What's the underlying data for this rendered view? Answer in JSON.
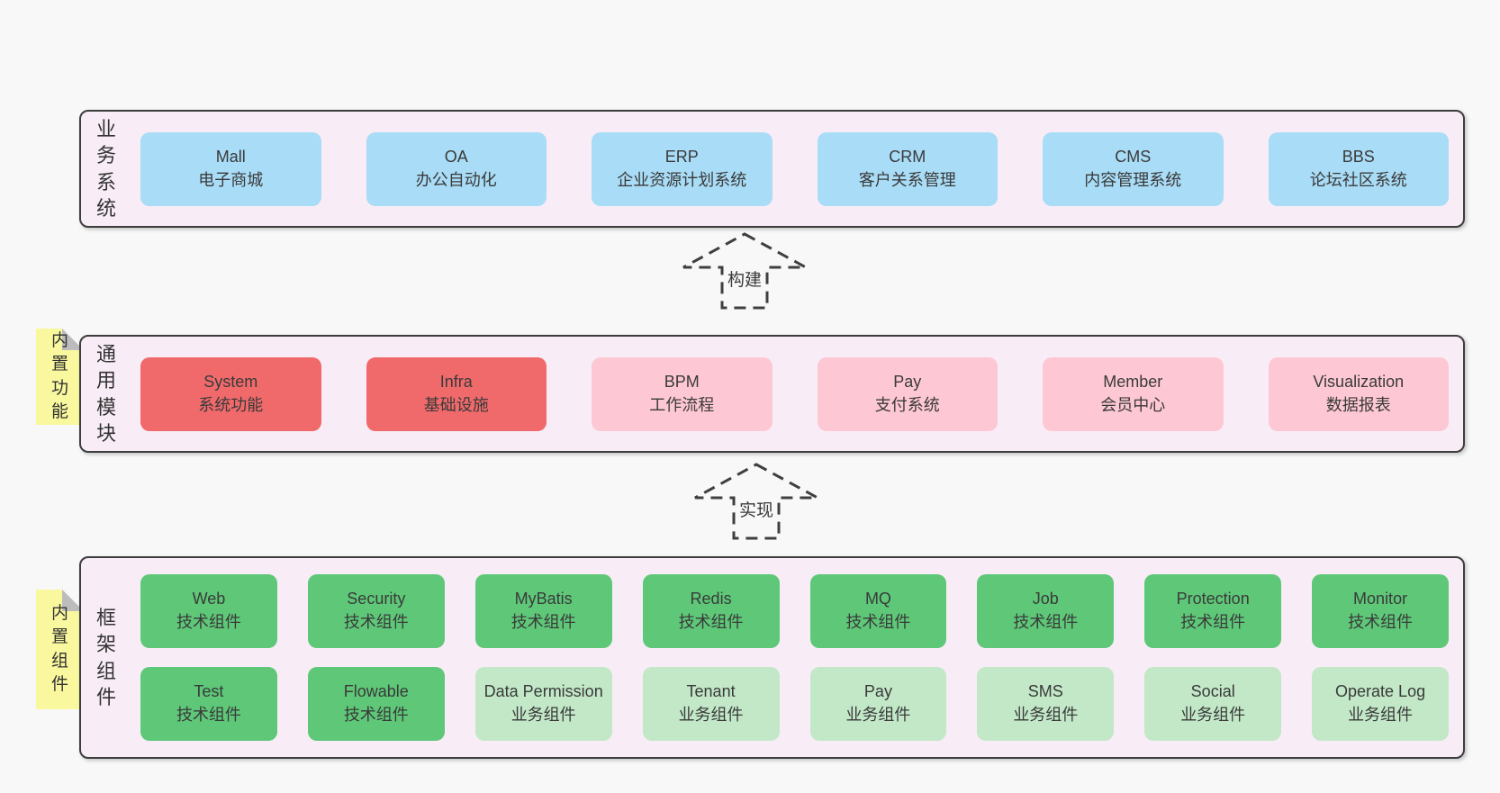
{
  "colors": {
    "page_bg": "#f8f8f8",
    "panel_bg": "#f8edf6",
    "panel_border": "#3d3d3d",
    "blue_box": "#a9dcf6",
    "red_box": "#f16a6b",
    "pink_box": "#fdc8d4",
    "green_box": "#5ec878",
    "green_light_box": "#c2e8c8",
    "sticky_yellow": "#f9f89e",
    "sticky_fold_gray": "#bcbcbc",
    "text": "#3a3a3a"
  },
  "arrows": [
    {
      "label": "构建"
    },
    {
      "label": "实现"
    }
  ],
  "sections": [
    {
      "label": "业务系统",
      "sticky": null,
      "rows": [
        {
          "boxes": [
            {
              "name": "Mall",
              "sub": "电子商城",
              "color": "blue"
            },
            {
              "name": "OA",
              "sub": "办公自动化",
              "color": "blue"
            },
            {
              "name": "ERP",
              "sub": "企业资源计划系统",
              "color": "blue"
            },
            {
              "name": "CRM",
              "sub": "客户关系管理",
              "color": "blue"
            },
            {
              "name": "CMS",
              "sub": "内容管理系统",
              "color": "blue"
            },
            {
              "name": "BBS",
              "sub": "论坛社区系统",
              "color": "blue"
            }
          ]
        }
      ]
    },
    {
      "label": "通用模块",
      "sticky": "内置功能",
      "rows": [
        {
          "boxes": [
            {
              "name": "System",
              "sub": "系统功能",
              "color": "red"
            },
            {
              "name": "Infra",
              "sub": "基础设施",
              "color": "red"
            },
            {
              "name": "BPM",
              "sub": "工作流程",
              "color": "pink"
            },
            {
              "name": "Pay",
              "sub": "支付系统",
              "color": "pink"
            },
            {
              "name": "Member",
              "sub": "会员中心",
              "color": "pink"
            },
            {
              "name": "Visualization",
              "sub": "数据报表",
              "color": "pink"
            }
          ]
        }
      ]
    },
    {
      "label": "框架组件",
      "sticky": "内置组件",
      "rows": [
        {
          "boxes": [
            {
              "name": "Web",
              "sub": "技术组件",
              "color": "green"
            },
            {
              "name": "Security",
              "sub": "技术组件",
              "color": "green"
            },
            {
              "name": "MyBatis",
              "sub": "技术组件",
              "color": "green"
            },
            {
              "name": "Redis",
              "sub": "技术组件",
              "color": "green"
            },
            {
              "name": "MQ",
              "sub": "技术组件",
              "color": "green"
            },
            {
              "name": "Job",
              "sub": "技术组件",
              "color": "green"
            },
            {
              "name": "Protection",
              "sub": "技术组件",
              "color": "green"
            },
            {
              "name": "Monitor",
              "sub": "技术组件",
              "color": "green"
            }
          ]
        },
        {
          "boxes": [
            {
              "name": "Test",
              "sub": "技术组件",
              "color": "green"
            },
            {
              "name": "Flowable",
              "sub": "技术组件",
              "color": "green"
            },
            {
              "name": "Data Permission",
              "sub": "业务组件",
              "color": "green-light"
            },
            {
              "name": "Tenant",
              "sub": "业务组件",
              "color": "green-light"
            },
            {
              "name": "Pay",
              "sub": "业务组件",
              "color": "green-light"
            },
            {
              "name": "SMS",
              "sub": "业务组件",
              "color": "green-light"
            },
            {
              "name": "Social",
              "sub": "业务组件",
              "color": "green-light"
            },
            {
              "name": "Operate Log",
              "sub": "业务组件",
              "color": "green-light"
            }
          ]
        }
      ]
    }
  ]
}
